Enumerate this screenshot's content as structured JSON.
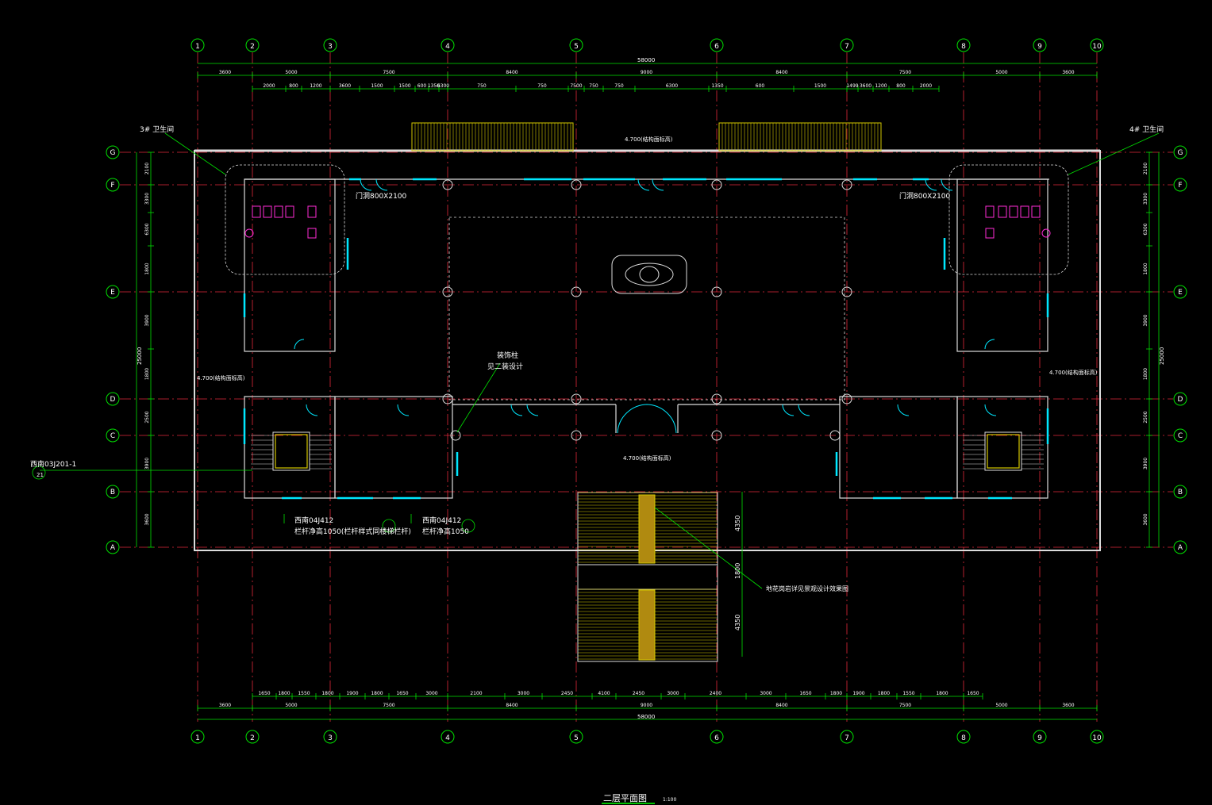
{
  "title": "二层平面图",
  "scale": "1:100",
  "axes_x": [
    "1",
    "2",
    "3",
    "4",
    "5",
    "6",
    "7",
    "8",
    "9",
    "10"
  ],
  "axes_y": [
    "G",
    "F",
    "E",
    "D",
    "C",
    "B",
    "A"
  ],
  "overall_width": "58000",
  "overall_depth": "25000",
  "top_dims_1": [
    "3600",
    "5000",
    "7500",
    "8400",
    "9000",
    "8400",
    "7500",
    "5000",
    "3600"
  ],
  "top_dims_2": [
    "2000",
    "800",
    "1200",
    "3600",
    "1500",
    "1500",
    "600",
    "1350",
    "6300",
    "750",
    "750",
    "7500",
    "750",
    "750",
    "6300",
    "1350",
    "600",
    "1500",
    "1499",
    "3600",
    "1200",
    "800",
    "2000"
  ],
  "bottom_dims_1": [
    "1650",
    "1800",
    "1550",
    "1800",
    "1900",
    "1800",
    "1650",
    "3000",
    "2100",
    "3000",
    "2450",
    "4100",
    "2450",
    "3000",
    "2400",
    "3000",
    "1650",
    "1800",
    "1900",
    "1800",
    "1550",
    "1800",
    "1650"
  ],
  "bottom_dims_2": [
    "3600",
    "5000",
    "7500",
    "8400",
    "9000",
    "8400",
    "7500",
    "5000",
    "3600"
  ],
  "left_dims": [
    "2100",
    "3300",
    "6300",
    "1800",
    "3900",
    "1800",
    "2500",
    "3900",
    "3600"
  ],
  "right_dims": [
    "2100",
    "3300",
    "6300",
    "1800",
    "3900",
    "1800",
    "2500",
    "3900",
    "3600"
  ],
  "labels": {
    "toilet_3": "3# 卫生间",
    "toilet_4": "4# 卫生间",
    "elev_left": "4.700(结构面标高)",
    "elev_right": "4.700(结构面标高)",
    "elev_center": "4.700(结构面标高)",
    "door_left": "门洞800X2100",
    "door_right": "门洞800X2100",
    "deco_col_1": "装饰柱",
    "deco_col_2": "见二装设计",
    "railing_ref_1": "西南04J412",
    "railing_note_1": "栏杆净高1050(栏杆样式同楼梯栏杆)",
    "railing_ref_2": "西南04J412",
    "railing_note_2": "栏杆净高1050",
    "stair_ref": "西南03J201-1",
    "stair_ref_sub": "21",
    "landscape_note": "地花岗岩详见景观设计效果图",
    "dim_4350_a": "4350",
    "dim_4350_b": "4350",
    "dim_1800": "1800"
  }
}
